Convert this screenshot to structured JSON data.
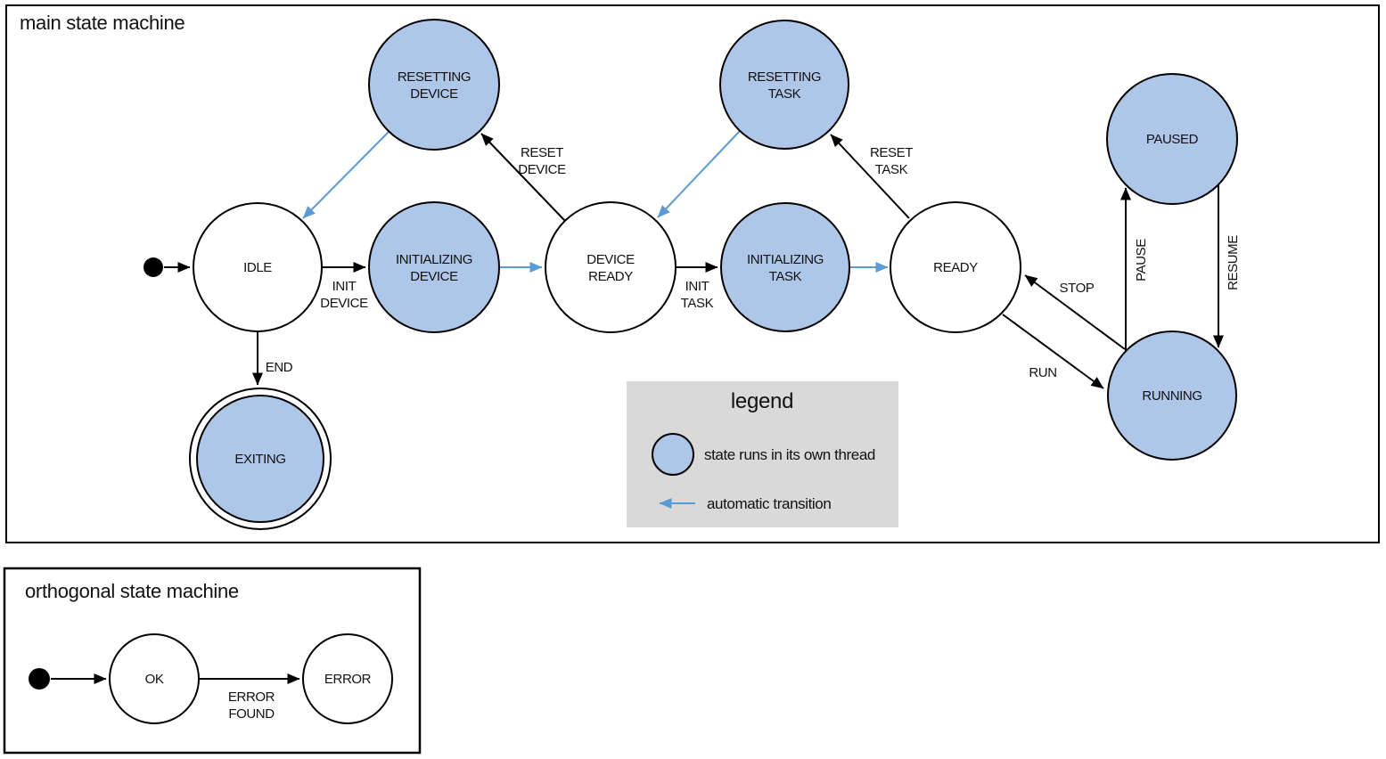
{
  "main_machine": {
    "title": "main state machine",
    "nodes": {
      "resetting_device": {
        "lines": [
          "RESETTING",
          "DEVICE"
        ]
      },
      "resetting_task": {
        "lines": [
          "RESETTING",
          "TASK"
        ]
      },
      "paused": {
        "label": "PAUSED"
      },
      "idle": {
        "label": "IDLE"
      },
      "initializing_device": {
        "lines": [
          "INITIALIZING",
          "DEVICE"
        ]
      },
      "device_ready": {
        "lines": [
          "DEVICE",
          "READY"
        ]
      },
      "initializing_task": {
        "lines": [
          "INITIALIZING",
          "TASK"
        ]
      },
      "ready": {
        "label": "READY"
      },
      "exiting": {
        "label": "EXITING"
      },
      "running": {
        "label": "RUNNING"
      }
    },
    "edges": {
      "init_device": {
        "lines": [
          "INIT",
          "DEVICE"
        ]
      },
      "init_task": {
        "lines": [
          "INIT",
          "TASK"
        ]
      },
      "reset_device": {
        "lines": [
          "RESET",
          "DEVICE"
        ]
      },
      "reset_task": {
        "lines": [
          "RESET",
          "TASK"
        ]
      },
      "end": {
        "label": "END"
      },
      "run": {
        "label": "RUN"
      },
      "stop": {
        "label": "STOP"
      },
      "pause": {
        "label": "PAUSE"
      },
      "resume": {
        "label": "RESUME"
      }
    }
  },
  "legend": {
    "title": "legend",
    "thread_label": "state runs in its own thread",
    "auto_label": "automatic transition"
  },
  "orthogonal_machine": {
    "title": "orthogonal state machine",
    "nodes": {
      "ok": {
        "label": "OK"
      },
      "error": {
        "label": "ERROR"
      }
    },
    "edges": {
      "error_found": {
        "lines": [
          "ERROR",
          "FOUND"
        ]
      }
    }
  },
  "colors": {
    "state_fill": "#aec6e8",
    "auto_transition": "#5b9bd5",
    "legend_bg": "#d9d9d9",
    "stroke": "#000000"
  }
}
